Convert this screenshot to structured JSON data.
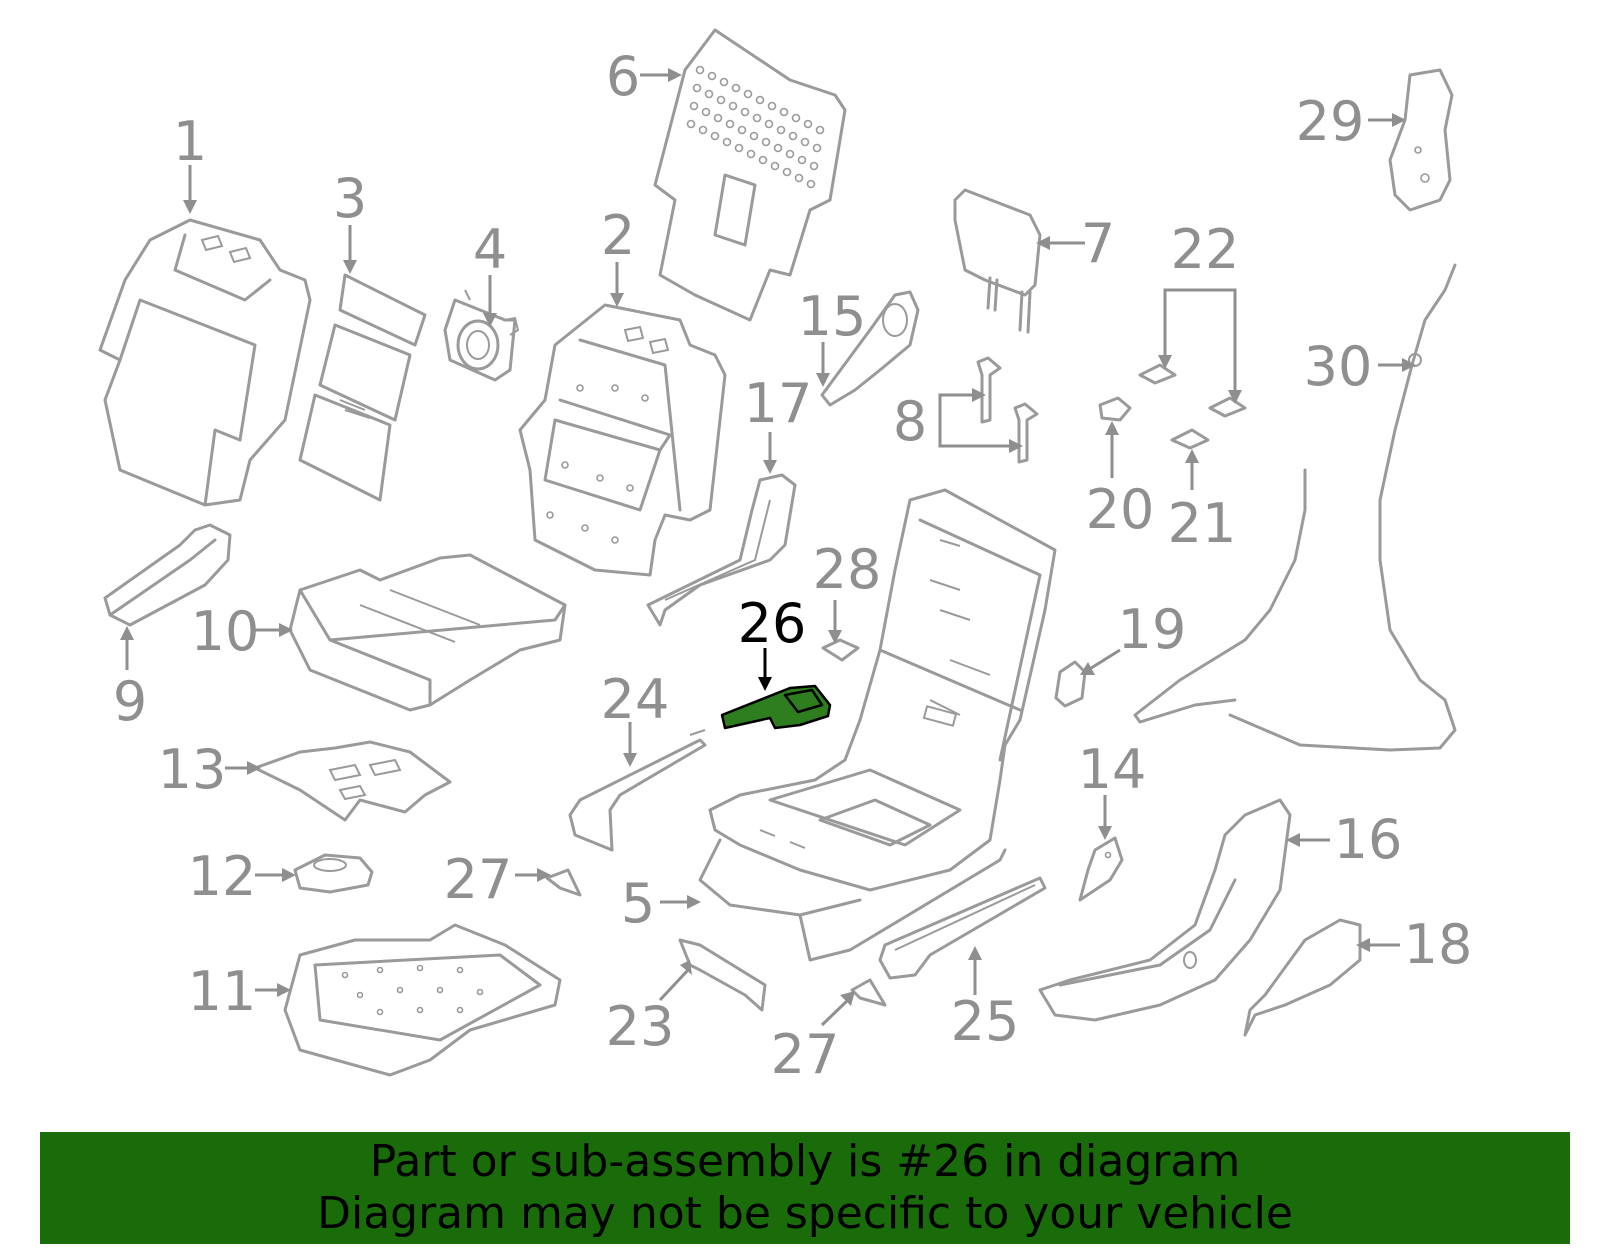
{
  "diagram": {
    "highlighted_part": "26",
    "callouts": [
      "1",
      "2",
      "3",
      "4",
      "5",
      "6",
      "7",
      "8",
      "9",
      "10",
      "11",
      "12",
      "13",
      "14",
      "15",
      "16",
      "17",
      "18",
      "19",
      "20",
      "21",
      "22",
      "23",
      "24",
      "25",
      "26",
      "27",
      "27",
      "28",
      "29",
      "30"
    ]
  },
  "banner": {
    "line1": "Part or sub-assembly is #26 in diagram",
    "line2": "Diagram may not be specific to your vehicle",
    "background_color": "#1a6b0a",
    "highlight_color": "#2e7d1e"
  }
}
